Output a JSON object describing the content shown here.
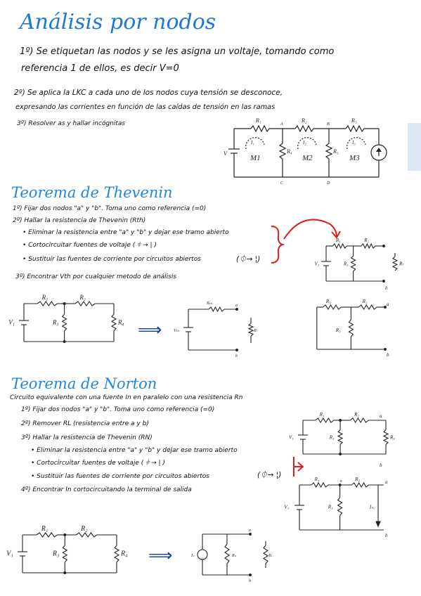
{
  "title": "Análisis por nodos",
  "nodes": {
    "step1_a": "1º) Se etiquetan las nodos y se les asigna un voltaje, tomando como",
    "step1_b": "referencia 1 de ellos, es decir V=0",
    "step2_a": "2º) Se aplica la LKC a cada uno de los nodos cuya tensión se desconoce,",
    "step2_b": "expresando las corrientes en función de las caídas de tensión en las ramas",
    "step3": "3º) Resolver as y hallar incógnitas"
  },
  "mesh_circuit": {
    "r1": "R₁",
    "r2": "R₂",
    "r3": "R₃",
    "r4": "R₄",
    "r5": "R₅",
    "v": "V",
    "a": "A",
    "b": "B",
    "c": "C",
    "d": "D",
    "i1": "I₁",
    "i2": "I₂",
    "i3": "I₃",
    "m1": "M1",
    "m2": "M2",
    "m3": "M3"
  },
  "thevenin": {
    "heading": "Teorema de Thevenin",
    "s1": "1º) Fijar dos nodos \"a\" y \"b\". Toma uno como referencia (=0)",
    "s2": "2º) Hallar la resistencia de Thevenin (Rth)",
    "b1": "• Eliminar la resistencia entre \"a\" y \"b\" y dejar ese tramo abierto",
    "b2": "• Cortocircuitar fuentes de voltaje ( ⫩ → | )",
    "b3": "• Sustituir las fuentes de corriente por circuitos abiertos",
    "sym": "(⏀→ ¦)",
    "s3": "3º) Encontrar Vth por cualquier metodo de análisis"
  },
  "norton": {
    "heading": "Teorema de Norton",
    "intro": "Circuito equivalente con una fuente In en paralelo con una resistencia Rn",
    "s1": "1º) Fijar dos nodos \"a\" y \"b\". Toma uno como referencia (=0)",
    "s2": "2º) Remover RL (resistencia entre a y b)",
    "s3": "3º) Hallar la resistencia de Thevenin (RN)",
    "b1": "• Eliminar la resistencia entre \"a\" y \"b\" y dejar ese tramo abierto",
    "b2": "• Cortocircuitar fuentes de voltaje ( ⫩ → | )",
    "b3": "• Sustituir las fuentes de corriente por circuitos abiertos",
    "sym": "(⏀→ ¦)",
    "s4": "4º) Encontrar In cortocircuitando la terminal de salida"
  },
  "labels": {
    "r1": "R₁",
    "r2": "R₂",
    "r3": "R₃",
    "r4": "R₄",
    "v1": "V₁",
    "rth": "Rₜₕ",
    "vth": "Vₜₕ",
    "rl": "Rₗ",
    "rn": "Rₙ",
    "in": "Iₙ",
    "isc": "Iₛ꜀",
    "a": "a",
    "b": "b",
    "arrow": "⟹"
  }
}
